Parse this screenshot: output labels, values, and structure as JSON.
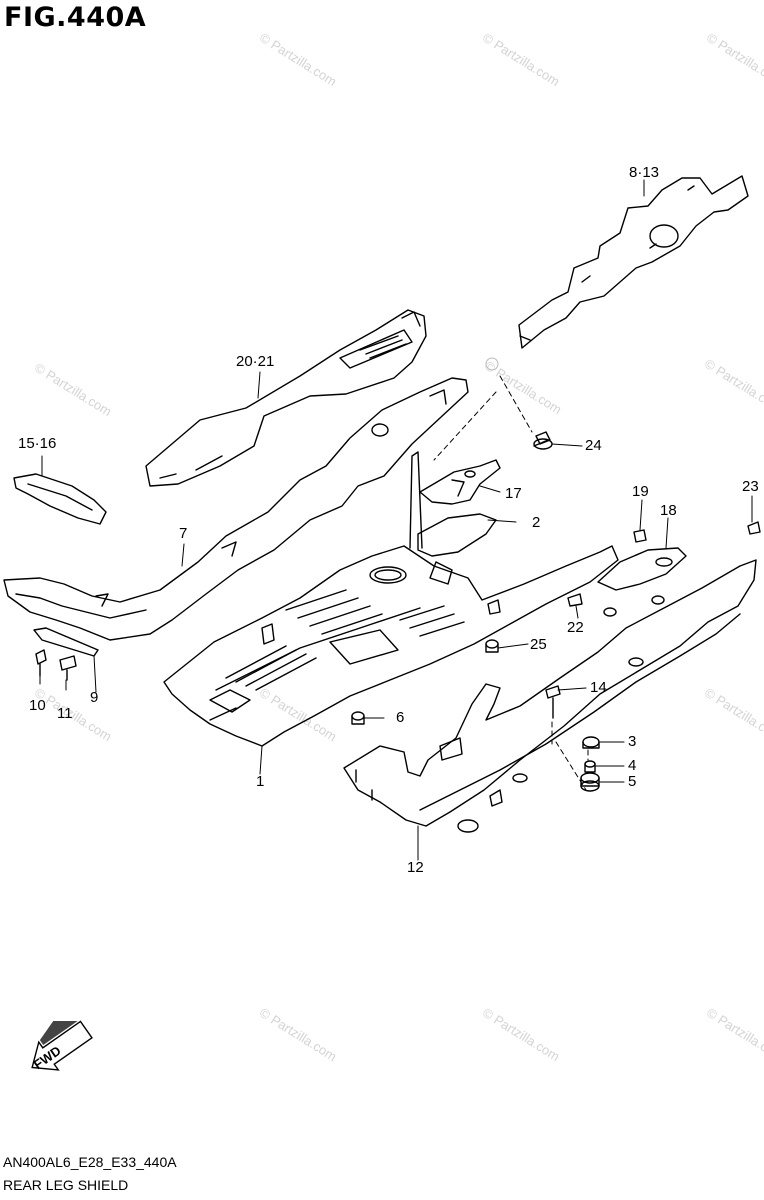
{
  "figure_title": "FIG.440A",
  "callouts": {
    "c1": "1",
    "c2": "2",
    "c3": "3",
    "c4": "4",
    "c5": "5",
    "c6": "6",
    "c7": "7",
    "c8_13": "8·13",
    "c9": "9",
    "c10": "10",
    "c11": "11",
    "c12": "12",
    "c14": "14",
    "c15_16": "15·16",
    "c17": "17",
    "c18": "18",
    "c19": "19",
    "c20_21": "20·21",
    "c22": "22",
    "c23": "23",
    "c24": "24",
    "c25": "25"
  },
  "fwd_label": "FWD",
  "watermark": "© Partzilla.com",
  "footer": {
    "model_code": "AN400AL6_E28_E33_440A",
    "section_name": "REAR LEG SHIELD"
  }
}
